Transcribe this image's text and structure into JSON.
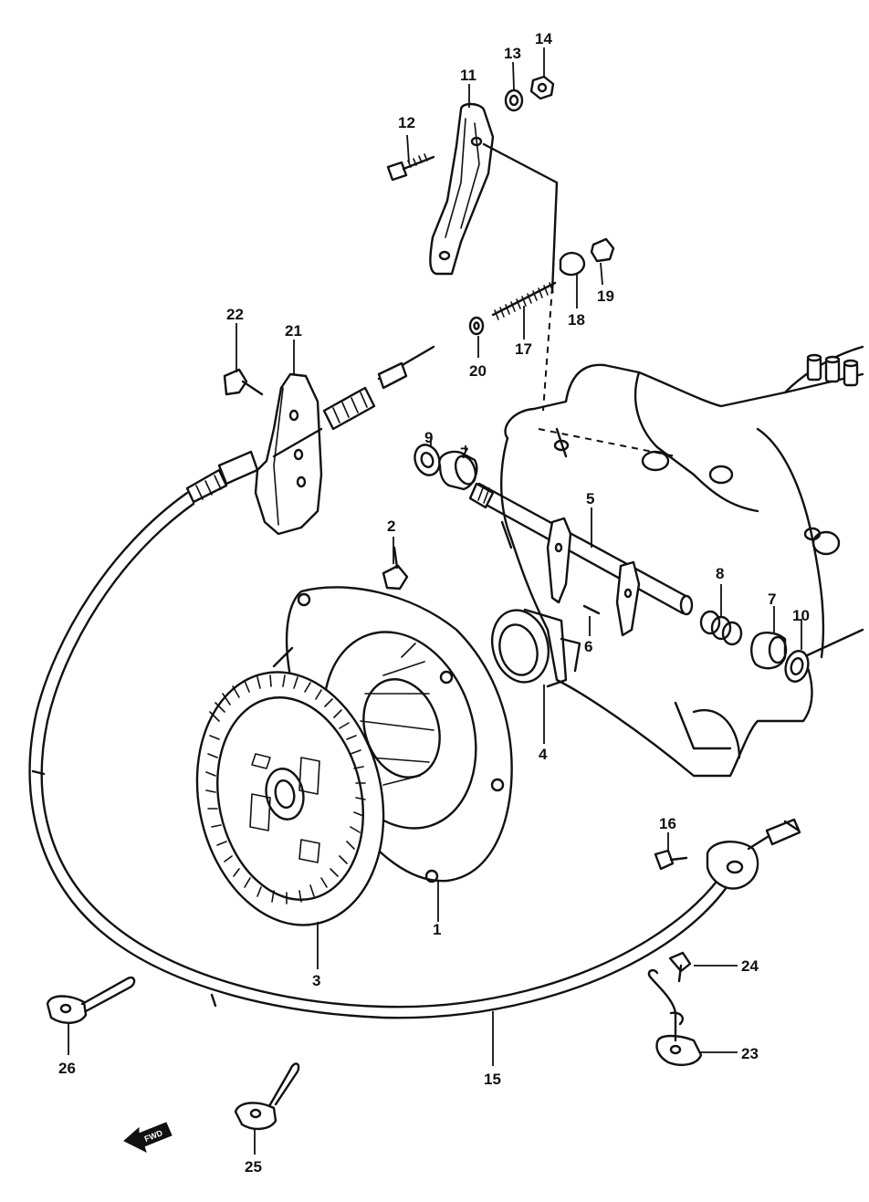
{
  "diagram": {
    "callouts": [
      "1",
      "2",
      "3",
      "4",
      "5",
      "6",
      "7",
      "7",
      "8",
      "9",
      "10",
      "11",
      "12",
      "13",
      "14",
      "15",
      "16",
      "17",
      "18",
      "19",
      "20",
      "21",
      "22",
      "23",
      "24",
      "25",
      "26"
    ],
    "direction_tag": "FWD"
  }
}
